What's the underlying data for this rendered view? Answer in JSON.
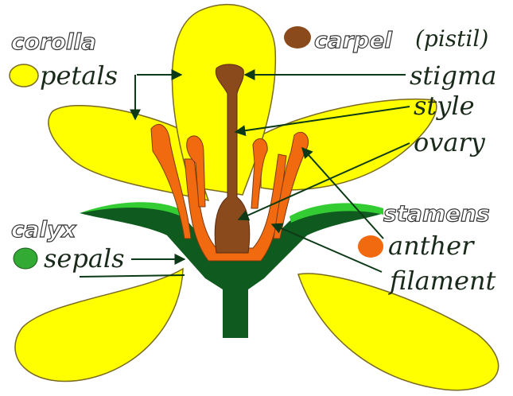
{
  "labels": {
    "corolla": "corolla",
    "petals": "petals",
    "carpel": "carpel",
    "pistil": "(pistil)",
    "stigma": "stigma",
    "style": "style",
    "ovary": "ovary",
    "stamens": "stamens",
    "anther": "anther",
    "filament": "filament",
    "calyx": "calyx",
    "sepals": "sepals"
  },
  "colors": {
    "petal": "#ffff00",
    "sepal": "#0f5a1e",
    "sepal_light": "#33cc33",
    "stamen": "#f26a10",
    "carpel": "#8b4a1c"
  }
}
